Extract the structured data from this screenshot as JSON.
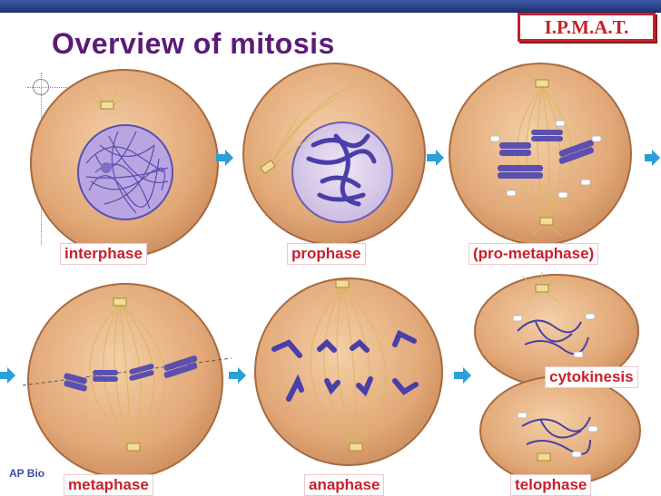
{
  "title": "Overview of mitosis",
  "badge": "I.P.M.A.T.",
  "footer_label": "AP Bio",
  "stages": {
    "interphase": "interphase",
    "prophase": "prophase",
    "prometaphase": "(pro-metaphase)",
    "metaphase": "metaphase",
    "anaphase": "anaphase",
    "telophase": "telophase",
    "cytokinesis": "cytokinesis"
  },
  "colors": {
    "accent_title": "#5b1a78",
    "label_text": "#c8202a",
    "cell_fill": "#e8b48a",
    "chromosome": "#5b4fb0",
    "spindle": "#d8b860",
    "arrow": "#29a0d8"
  },
  "icons": [
    "arrow-right-icon",
    "crosshair-icon"
  ]
}
